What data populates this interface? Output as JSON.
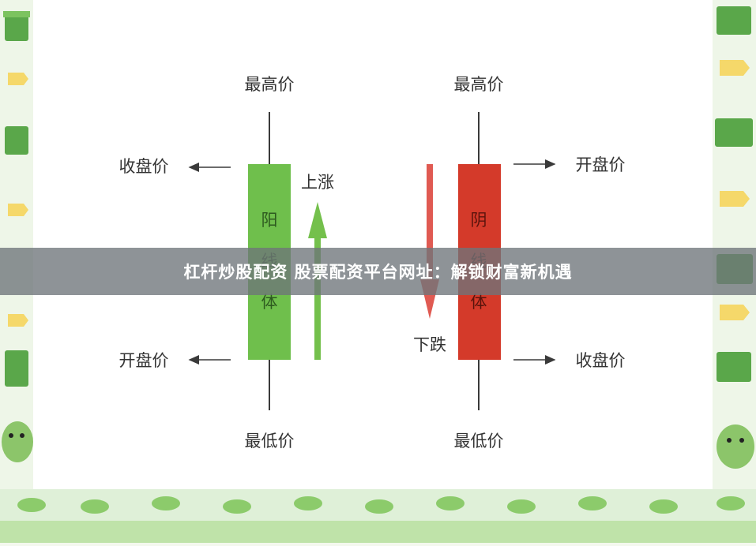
{
  "diagram": {
    "left_candle": {
      "top_label": "最高价",
      "bottom_label": "最低价",
      "upper_side_label": "收盘价",
      "lower_side_label": "开盘价",
      "body_text": [
        "阳",
        "线",
        "体"
      ],
      "direction_label": "上涨"
    },
    "right_candle": {
      "top_label": "最高价",
      "bottom_label": "最低价",
      "upper_side_label": "开盘价",
      "lower_side_label": "收盘价",
      "body_text": [
        "阴",
        "线",
        "体"
      ],
      "direction_label": "下跌"
    }
  },
  "banner": {
    "title": "杠杆炒股配资 股票配资平台网址：解锁财富新机遇"
  },
  "colors": {
    "bullish_green": "#6fbf4c",
    "bearish_red": "#d43a2a",
    "arrow_green": "#74c04c",
    "arrow_red": "#e05a52",
    "line_dark": "#3a3a3a"
  }
}
